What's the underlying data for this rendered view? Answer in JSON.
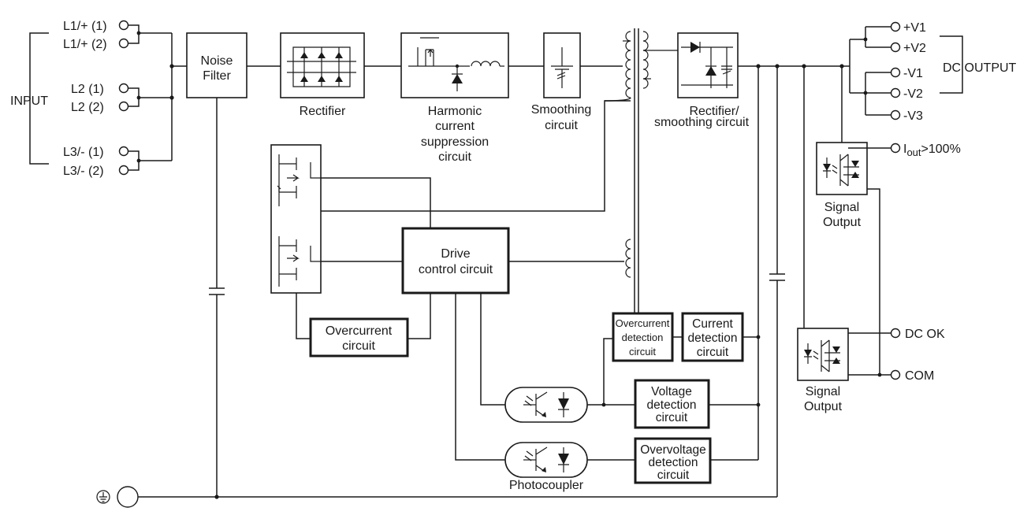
{
  "input": {
    "group_label": "INPUT",
    "terminals": [
      "L1/+ (1)",
      "L1/+ (2)",
      "L2 (1)",
      "L2 (2)",
      "L3/- (1)",
      "L3/- (2)"
    ]
  },
  "blocks": {
    "noise_filter": [
      "Noise",
      "Filter"
    ],
    "rectifier": "Rectifier",
    "harmonic": [
      "Harmonic",
      "current",
      "suppression",
      "circuit"
    ],
    "smoothing": [
      "Smoothing",
      "circuit"
    ],
    "rectifier_smoothing": [
      "Rectifier/",
      "smoothing circuit"
    ],
    "drive_control": [
      "Drive",
      "control circuit"
    ],
    "overcurrent": [
      "Overcurrent",
      "circuit"
    ],
    "overcurrent_detection": [
      "Overcurrent",
      "detection",
      "circuit"
    ],
    "current_detection": [
      "Current",
      "detection",
      "circuit"
    ],
    "voltage_detection": [
      "Voltage",
      "detection",
      "circuit"
    ],
    "overvoltage_detection": [
      "Overvoltage",
      "detection",
      "circuit"
    ],
    "photocoupler": "Photocoupler",
    "signal_output_top": [
      "Signal",
      "Output"
    ],
    "signal_output_bottom": [
      "Signal",
      "Output"
    ]
  },
  "output": {
    "group_label": "DC OUTPUT",
    "terminals": [
      "+V1",
      "+V2",
      "-V1",
      "-V2",
      "-V3"
    ],
    "iout_main": "I",
    "iout_sub": "out",
    "iout_tail": ">100%",
    "dc_ok": "DC OK",
    "com": "COM"
  },
  "ground": {
    "symbol": "protective-earth"
  }
}
